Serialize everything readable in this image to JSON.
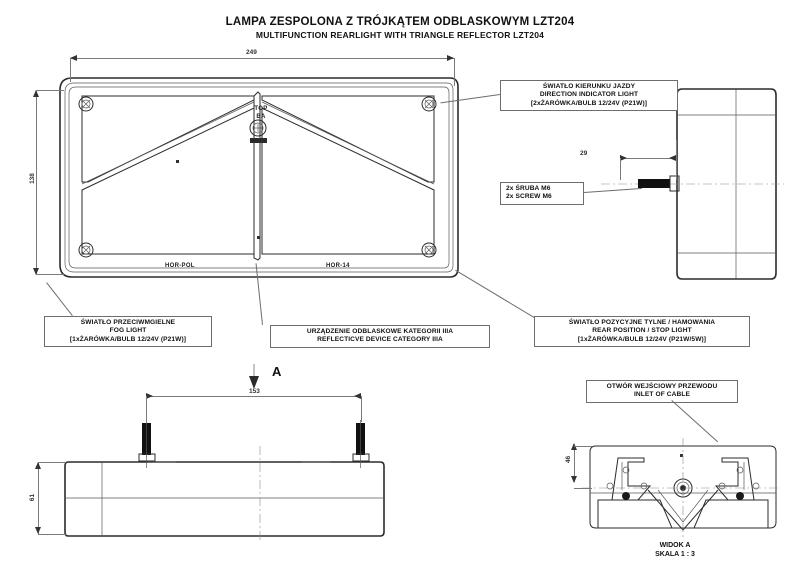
{
  "title": {
    "main": "LAMPA ZESPOLONA Z TRÓJKĄTEM ODBLASKOWYM LZT204",
    "sub": "MULTIFUNCTION REARLIGHT WITH TRIANGLE REFLECTOR LZT204"
  },
  "callouts": {
    "indicator": {
      "line1": "ŚWIATŁO KIERUNKU JAZDY",
      "line2": "DIRECTION INDICATOR LIGHT",
      "line3": "[2xŻARÓWKA/BULB 12/24V (P21W)]"
    },
    "screw": {
      "line1": "2x ŚRUBA M6",
      "line2": "2x SCREW M6"
    },
    "fog": {
      "line1": "ŚWIATŁO PRZECIWMGIELNE",
      "line2": "FOG LIGHT",
      "line3": "[1xŻARÓWKA/BULB 12/24V (P21W)]"
    },
    "reflector": {
      "line1": "URZĄDZENIE ODBLASKOWE KATEGORII IIIA",
      "line2": "REFLECTICVE DEVICE CATEGORY IIIA"
    },
    "stop": {
      "line1": "ŚWIATŁO POZYCYJNE TYLNE / HAMOWANIA",
      "line2": "REAR POSITION / STOP LIGHT",
      "line3": "[1xŻARÓWKA/BULB 12/24V (P21W/5W)]"
    },
    "cable": {
      "line1": "OTWÓR WEJŚCIOWY PRZEWODU",
      "line2": "INLET OF CABLE"
    }
  },
  "dimensions": {
    "front_width": "249",
    "front_height": "138",
    "side_screw_length": "29",
    "bottom_screw_spacing": "153",
    "bottom_height": "61",
    "viewA_height": "46"
  },
  "markings": {
    "top": "TOP",
    "ba": "BA",
    "hor_pol": "HOR-POL",
    "hor_14": "HOR-14"
  },
  "view_arrow": {
    "letter": "A"
  },
  "view_label": {
    "line1": "WIDOK A",
    "line2": "SKALA 1 : 3"
  },
  "colors": {
    "line": "#2b2b2b",
    "dimension": "#7a7a7a",
    "background": "#ffffff"
  }
}
